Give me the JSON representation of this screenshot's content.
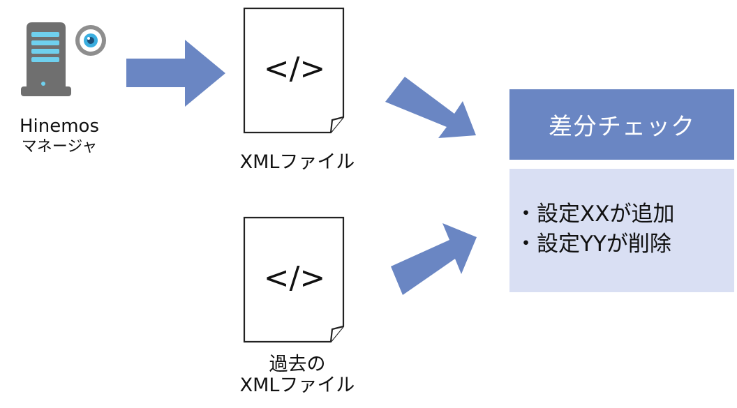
{
  "colors": {
    "arrow": "#6a86c3",
    "title_box": "#6a86c3",
    "result_box": "#d9dff3",
    "server_body": "#6f6f6f",
    "server_bar": "#6fd0ee",
    "eye_outer": "#8e8e8e",
    "eye_inner": "#3aaee0"
  },
  "icons": [
    "server-icon",
    "eye-icon",
    "xml-document-icon",
    "past-xml-document-icon"
  ],
  "manager": {
    "line1": "Hinemos",
    "line2": "マネージャ"
  },
  "xml_file": {
    "code": "</>",
    "label": "XMLファイル"
  },
  "past_xml_file": {
    "code": "</>",
    "label_line1": "過去の",
    "label_line2": "XMLファイル"
  },
  "diff_check": {
    "title": "差分チェック",
    "results": [
      "・設定XXが追加",
      "・設定YYが削除"
    ]
  }
}
